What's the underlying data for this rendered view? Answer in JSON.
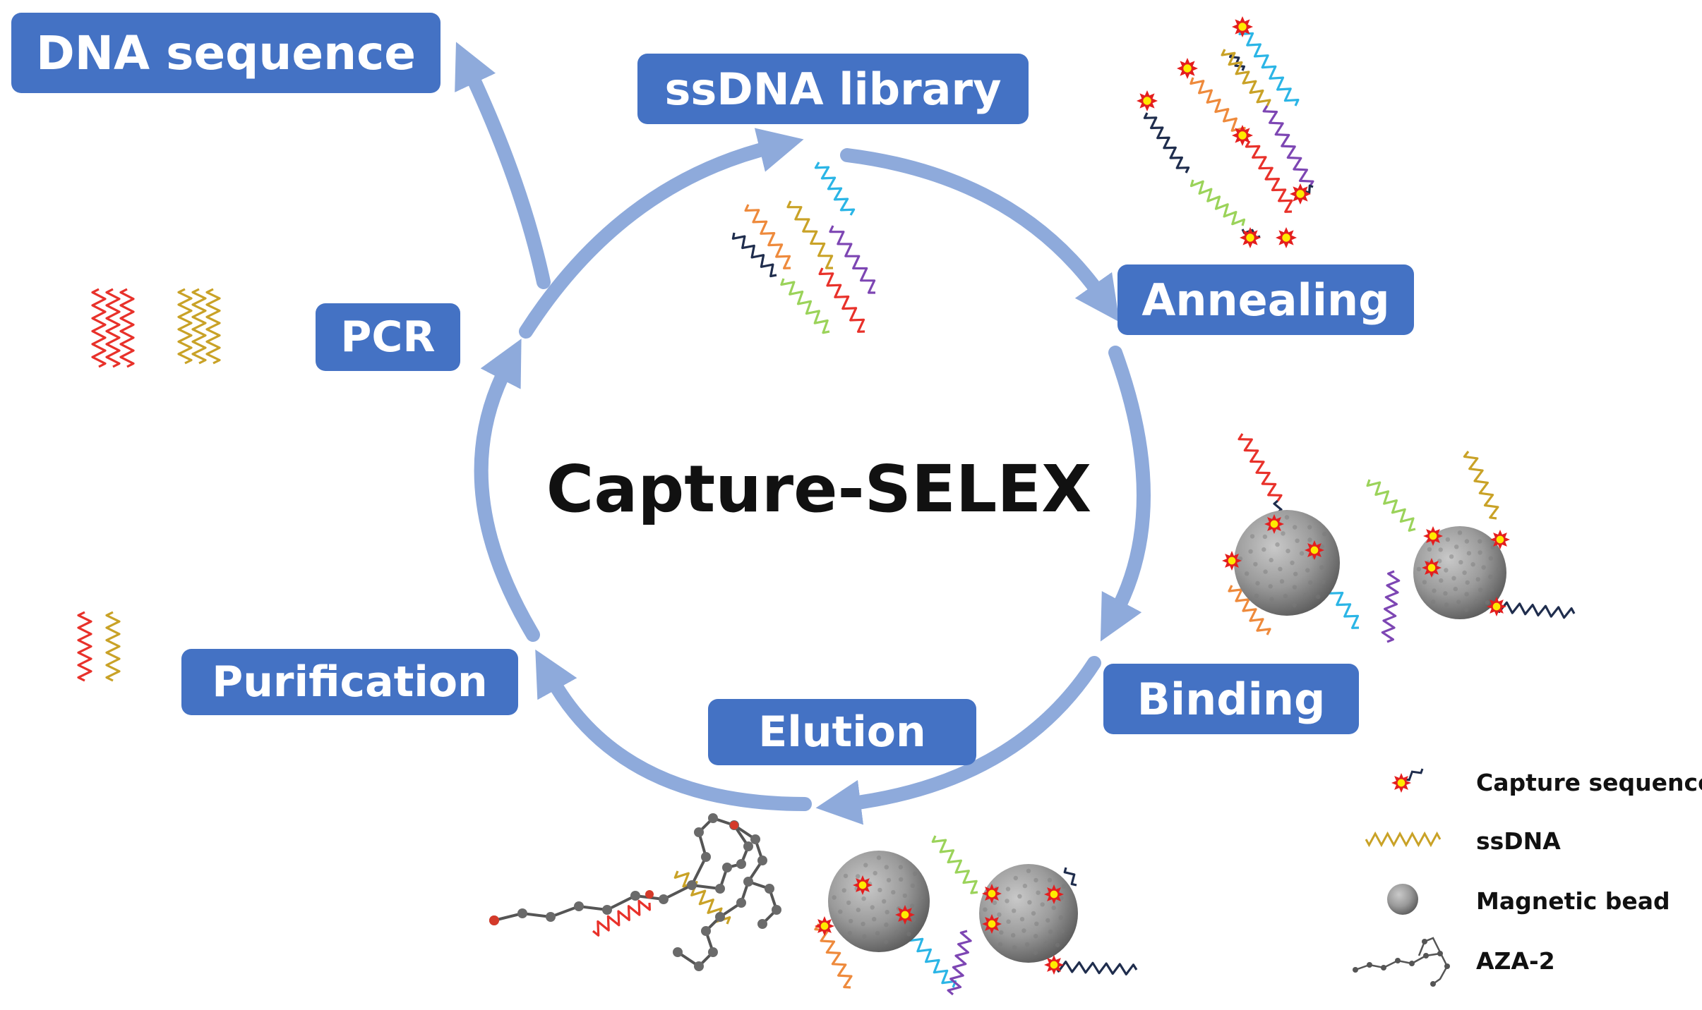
{
  "title": "Capture-SELEX",
  "steps": {
    "dna_sequence": "DNA sequence",
    "ssdna_library": "ssDNA library",
    "annealing": "Annealing",
    "binding": "Binding",
    "elution": "Elution",
    "purification": "Purification",
    "pcr": "PCR"
  },
  "legend": {
    "capture_sequence": "Capture sequence",
    "ssdna": "ssDNA",
    "magnetic_bead": "Magnetic bead",
    "aza2": "AZA-2"
  },
  "colors": {
    "label_bg": "#4472c4",
    "cycle_arrow": "#8eaadb",
    "strand_red": "#e8312a",
    "strand_gold": "#c9a227",
    "strand_navy": "#1f2d4d",
    "strand_cyan": "#2bb5e6",
    "strand_orange": "#ee8a3c",
    "strand_green": "#9bd35a",
    "strand_purple": "#7d46b3",
    "star_red": "#e41e1e",
    "star_yellow": "#ffea00",
    "bead_gray": "#9a9a9a"
  }
}
